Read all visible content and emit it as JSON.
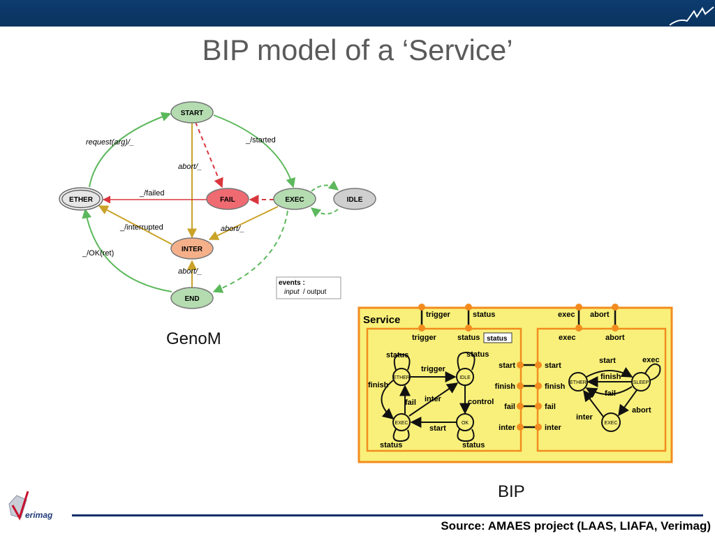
{
  "slide": {
    "title": "BIP model of a ‘Service’",
    "genom_caption": "GenoM",
    "bip_caption": "BIP",
    "source": "Source: AMAES project (LAAS, LIAFA, Verimag)",
    "logo_text": "erimag"
  },
  "genom": {
    "states": {
      "start": "START",
      "fail": "FAIL",
      "exec": "EXEC",
      "idle": "IDLE",
      "ether": "ETHER",
      "inter": "INTER",
      "end": "END"
    },
    "edges": {
      "request": "request(arg)/_",
      "started": "_/started",
      "abort1": "abort/_",
      "failed": "_/failed",
      "interrupted": "_/interrupted",
      "abort2": "abort/_",
      "ok": "_/OK(ret)",
      "abort3": "abort/_"
    },
    "legend": {
      "events": "events :",
      "input": "input",
      "output": "/ output"
    }
  },
  "bip": {
    "service_label": "Service",
    "ports_top": {
      "trigger": "trigger",
      "status": "status",
      "exec": "exec",
      "abort": "abort"
    },
    "left": {
      "trigger": "trigger",
      "status": "status",
      "status_box": "status",
      "status_tl": "status",
      "status_tr": "status",
      "status_bl": "status",
      "status_br": "status",
      "ether": "ETHER",
      "idle": "IDLE",
      "exec": "EXEC",
      "ok": "OK",
      "trigger_edge": "trigger",
      "finish": "finish",
      "fail": "fail",
      "inter": "inter",
      "control": "control",
      "start": "start"
    },
    "mid_ports": {
      "start": "start",
      "finish": "finish",
      "fail": "fail",
      "inter": "inter"
    },
    "right": {
      "exec": "exec",
      "abort": "abort",
      "start": "start",
      "finish": "finish",
      "fail": "fail",
      "inter": "inter",
      "ether": "ETHER",
      "sleep": "SLEEP",
      "execs": "EXEC",
      "start_edge": "start",
      "finish_edge": "finish",
      "fail_edge": "fail",
      "exec_edge": "exec",
      "abort_edge": "abort",
      "inter_edge": "inter"
    }
  }
}
